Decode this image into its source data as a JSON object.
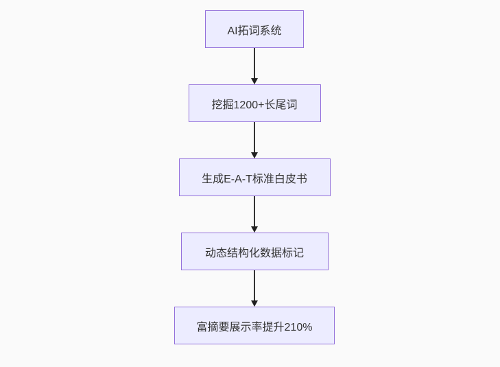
{
  "diagram": {
    "type": "flowchart-top-down",
    "colors": {
      "background": "#fafafa",
      "node_fill": "#ececff",
      "node_border": "#9370db",
      "node_text": "#333333",
      "edge_line": "#333333",
      "arrowhead": "#1f1f1f"
    },
    "nodes": [
      {
        "label": "AI拓词系统"
      },
      {
        "label": "挖掘1200+长尾词"
      },
      {
        "label": "生成E-A-T标准白皮书"
      },
      {
        "label": "动态结构化数据标记"
      },
      {
        "label": "富摘要展示率提升210%"
      }
    ],
    "edges": [
      {
        "from": 0,
        "to": 1
      },
      {
        "from": 1,
        "to": 2
      },
      {
        "from": 2,
        "to": 3
      },
      {
        "from": 3,
        "to": 4
      }
    ]
  }
}
